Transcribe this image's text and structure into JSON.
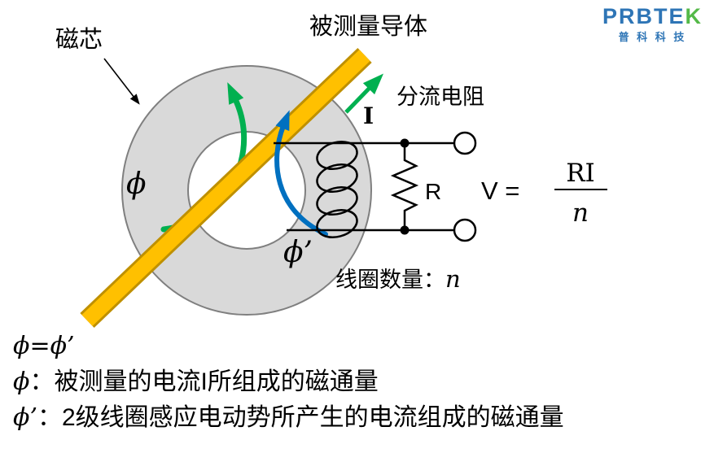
{
  "logo": {
    "brand_main": "PRBTE",
    "brand_k": "K",
    "subtitle": "普 科 科 技"
  },
  "labels": {
    "core": "磁芯",
    "conductor": "被测量导体",
    "shunt_resistor": "分流电阻",
    "current": "I",
    "flux": "ϕ",
    "flux_prime": "ϕ’",
    "resistor": "R",
    "coil_count": "线圈数量：",
    "coil_count_n": "n"
  },
  "formula": {
    "lhs": "V =",
    "numerator": "RI",
    "denominator": "n"
  },
  "notes": [
    {
      "sym": "ϕ=ϕ’",
      "text": ""
    },
    {
      "sym": "ϕ",
      "text": "：被测量的电流I所组成的磁通量"
    },
    {
      "sym": "ϕ’",
      "text": "：2级线圈感应电动势所产生的电流组成的磁通量"
    }
  ],
  "colors": {
    "core_fill": "#d9d9d9",
    "core_stroke": "#7f7f7f",
    "conductor_fill": "#ffc000",
    "conductor_stroke": "#bf9000",
    "flux_green": "#00b050",
    "flux_blue": "#0070c0",
    "brand_blue": "#2e75b6",
    "brand_green": "#54b948"
  }
}
